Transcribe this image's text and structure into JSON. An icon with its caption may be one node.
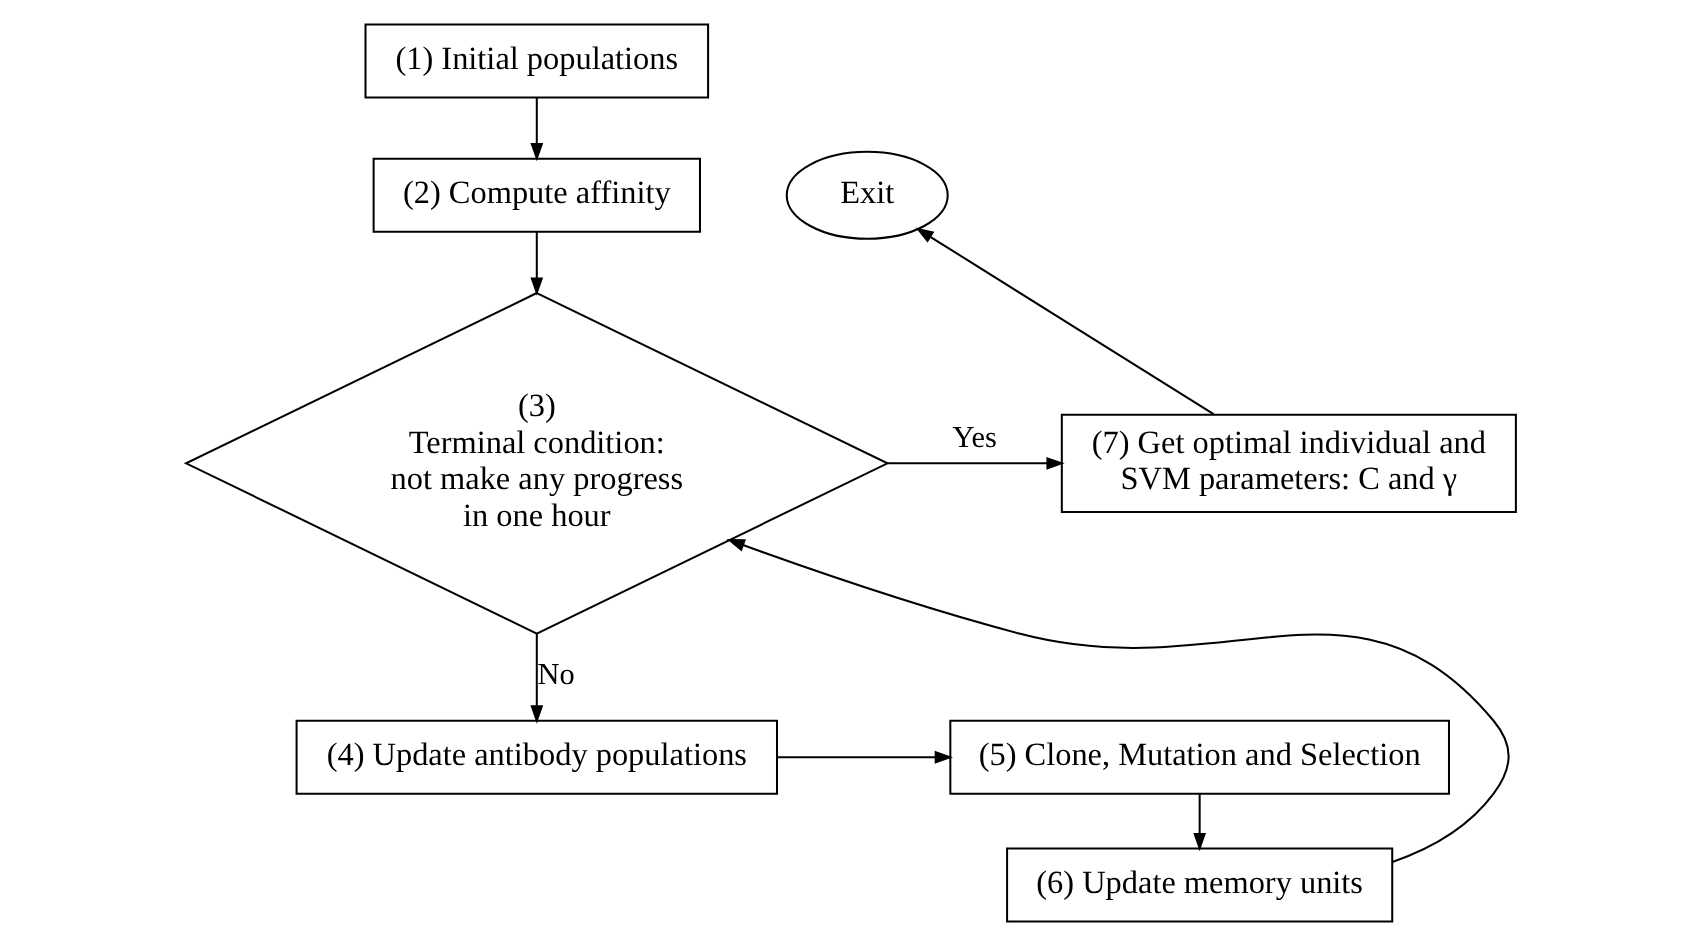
{
  "diagram": {
    "nodes": [
      {
        "text": [
          "(1) Initial populations"
        ]
      },
      {
        "text": [
          "(2) Compute affinity"
        ]
      },
      {
        "text": [
          "Exit"
        ]
      },
      {
        "text": [
          "(3)",
          "Terminal condition: not make any progress in one hour"
        ]
      },
      {
        "text": [
          "(7) Get optimal individual and SVM parameters: C and γ"
        ]
      },
      {
        "text": [
          "(4) Update antibody populations"
        ]
      },
      {
        "text": [
          "(5) Clone, Mutation and Selection"
        ]
      },
      {
        "text": [
          "(6) Update memory units"
        ]
      }
    ],
    "edges": [
      {
        "from": 0,
        "to": 1,
        "arrow": "to"
      },
      {
        "from": 1,
        "to": 3,
        "arrow": "to"
      },
      {
        "from": 3,
        "to": 4,
        "arrow": "to",
        "label": "Yes"
      },
      {
        "from": 4,
        "to": 2,
        "arrow": "to"
      },
      {
        "from": 3,
        "to": 5,
        "arrow": "to",
        "label": "No"
      },
      {
        "from": 5,
        "to": 6,
        "arrow": "to"
      },
      {
        "from": 6,
        "to": 7,
        "arrow": "to"
      },
      {
        "from": 7,
        "to": 3,
        "arrow": "to"
      }
    ]
  }
}
